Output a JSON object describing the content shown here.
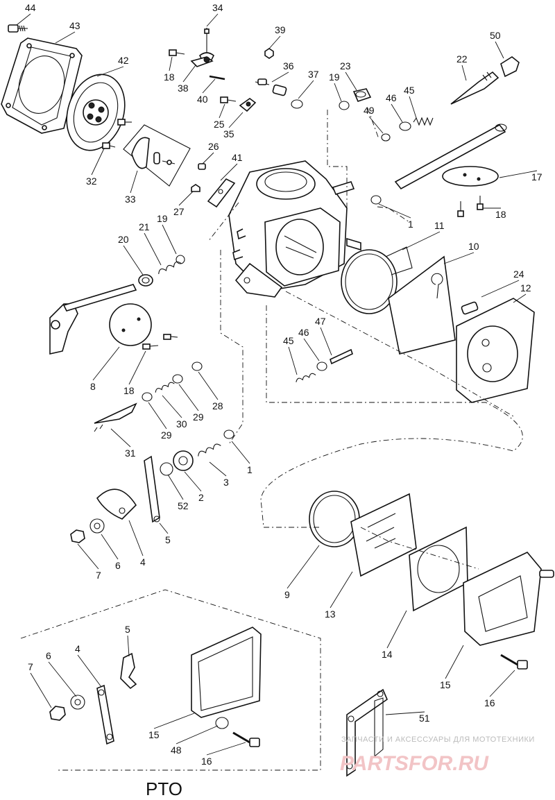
{
  "callouts": [
    {
      "label": "44"
    },
    {
      "label": "43"
    },
    {
      "label": "42"
    },
    {
      "label": "34"
    },
    {
      "label": "39"
    },
    {
      "label": "50"
    },
    {
      "label": "18"
    },
    {
      "label": "38"
    },
    {
      "label": "36"
    },
    {
      "label": "40"
    },
    {
      "label": "37"
    },
    {
      "label": "19"
    },
    {
      "label": "23"
    },
    {
      "label": "22"
    },
    {
      "label": "45"
    },
    {
      "label": "46"
    },
    {
      "label": "25"
    },
    {
      "label": "49"
    },
    {
      "label": "35"
    },
    {
      "label": "32"
    },
    {
      "label": "26"
    },
    {
      "label": "41"
    },
    {
      "label": "17"
    },
    {
      "label": "33"
    },
    {
      "label": "27"
    },
    {
      "label": "18"
    },
    {
      "label": "1"
    },
    {
      "label": "19"
    },
    {
      "label": "21"
    },
    {
      "label": "11"
    },
    {
      "label": "20"
    },
    {
      "label": "10"
    },
    {
      "label": "24"
    },
    {
      "label": "12"
    },
    {
      "label": "47"
    },
    {
      "label": "46"
    },
    {
      "label": "45"
    },
    {
      "label": "8"
    },
    {
      "label": "18"
    },
    {
      "label": "28"
    },
    {
      "label": "29"
    },
    {
      "label": "30"
    },
    {
      "label": "29"
    },
    {
      "label": "31"
    },
    {
      "label": "1"
    },
    {
      "label": "3"
    },
    {
      "label": "2"
    },
    {
      "label": "52"
    },
    {
      "label": "5"
    },
    {
      "label": "4"
    },
    {
      "label": "6"
    },
    {
      "label": "7"
    },
    {
      "label": "9"
    },
    {
      "label": "13"
    },
    {
      "label": "14"
    },
    {
      "label": "15"
    },
    {
      "label": "16"
    },
    {
      "label": "5"
    },
    {
      "label": "4"
    },
    {
      "label": "6"
    },
    {
      "label": "7"
    },
    {
      "label": "15"
    },
    {
      "label": "48"
    },
    {
      "label": "16"
    },
    {
      "label": "51"
    }
  ],
  "inset_label": "PTO",
  "watermark": {
    "text": "ЗАПЧАСТИ И АКСЕССУАРЫ ДЛЯ МОТОТЕХНИКИ",
    "logo": "PARTSFOR.RU"
  }
}
